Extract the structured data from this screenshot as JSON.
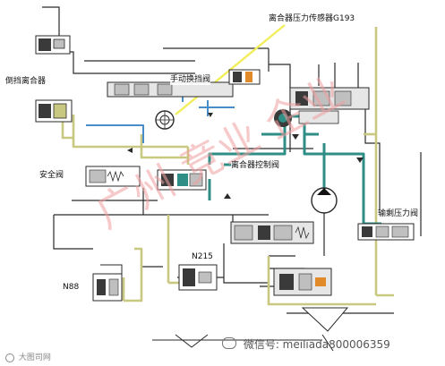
{
  "labels": {
    "sensor_g193": "离合器压力传感器G193",
    "manual_valve": "手动换挡阀",
    "reverse_clutch": "倒挡离合器",
    "safety_valve": "安全阀",
    "clutch_control_valve": "离合器控制阀",
    "output_pressure_valve": "输剩压力阀",
    "n215": "N215",
    "n88": "N88"
  },
  "watermark": {
    "text": "广州 竞业 企业",
    "color": "#f0a0a0"
  },
  "footer": {
    "wechat_id": "微信号: meiliada800006359",
    "logo_text": "大图司网"
  },
  "colors": {
    "line_dark": "#2a2a2a",
    "line_olive": "#c8c880",
    "line_teal": "#2f8e86",
    "line_blue": "#4a8cc8",
    "line_yellow": "#f2ee5a",
    "valve_fill": "#bfbfbf",
    "valve_dark": "#3a3a3a",
    "accent_orange": "#e08a2a"
  }
}
